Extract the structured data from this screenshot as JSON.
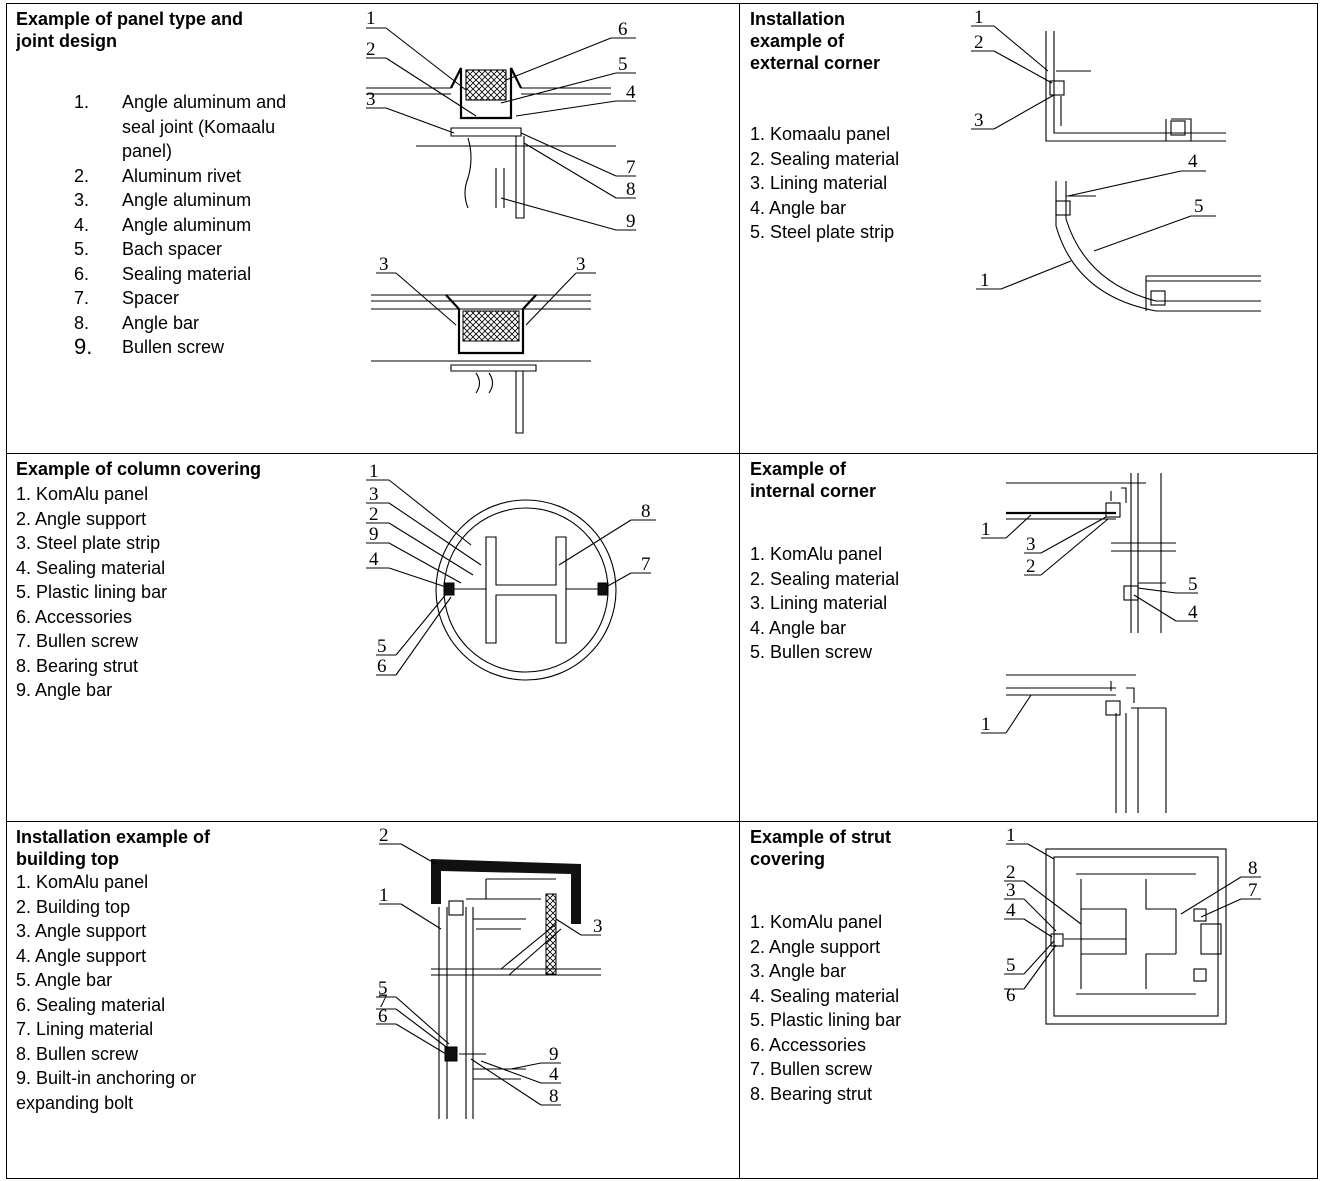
{
  "panels": [
    {
      "title": "Example of panel type and\njoint design",
      "items": [
        {
          "n": "1.",
          "t": "Angle aluminum and seal joint (Komaalu panel)"
        },
        {
          "n": "2.",
          "t": "Aluminum rivet"
        },
        {
          "n": "3.",
          "t": "Angle aluminum"
        },
        {
          "n": "4.",
          "t": "Angle aluminum"
        },
        {
          "n": "5.",
          "t": "Bach spacer"
        },
        {
          "n": "6.",
          "t": "Sealing material"
        },
        {
          "n": "7.",
          "t": "Spacer"
        },
        {
          "n": "8.",
          "t": "Angle bar"
        },
        {
          "n": "9.",
          "t": "Bullen screw"
        }
      ]
    },
    {
      "title": "Installation\nexample of\nexternal corner",
      "items": [
        "1. Komaalu panel",
        "2. Sealing material",
        "3. Lining material",
        "4. Angle bar",
        "5. Steel plate strip"
      ]
    },
    {
      "title": "Example of column covering",
      "items": [
        "1. KomAlu panel",
        "2. Angle support",
        "3. Steel plate strip",
        "4. Sealing material",
        "5. Plastic lining bar",
        "6. Accessories",
        "7. Bullen screw",
        "8. Bearing strut",
        "9. Angle bar"
      ]
    },
    {
      "title": "Example of\ninternal corner",
      "items": [
        "1. KomAlu panel",
        "2. Sealing material",
        "3. Lining material",
        "4. Angle bar",
        "5. Bullen screw"
      ]
    },
    {
      "title": "Installation example of\nbuilding top",
      "items": [
        "1. KomAlu panel",
        "2. Building top",
        "3. Angle support",
        "4. Angle support",
        "5. Angle bar",
        "6. Sealing material",
        "7. Lining material",
        "8. Bullen screw",
        "9. Built-in anchoring or expanding bolt"
      ]
    },
    {
      "title": "Example of strut\ncovering",
      "items": [
        "1. KomAlu panel",
        "2. Angle support",
        "3. Angle bar",
        "4. Sealing material",
        "5. Plastic lining bar",
        "6. Accessories",
        "7. Bullen screw",
        "8. Bearing strut"
      ]
    }
  ],
  "callouts": {
    "joint_top": [
      "1",
      "2",
      "3",
      "6",
      "5",
      "4",
      "7",
      "8",
      "9"
    ],
    "joint_bottom": [
      "3",
      "3"
    ],
    "external_corner": [
      "1",
      "2",
      "3",
      "4",
      "5",
      "1"
    ],
    "column": [
      "1",
      "3",
      "2",
      "9",
      "4",
      "5",
      "6",
      "8",
      "7"
    ],
    "internal_corner": [
      "1",
      "3",
      "2",
      "5",
      "4",
      "1"
    ],
    "building_top": [
      "2",
      "1",
      "3",
      "5",
      "7",
      "6",
      "9",
      "4",
      "8"
    ],
    "strut": [
      "1",
      "2",
      "3",
      "4",
      "5",
      "6",
      "8",
      "7"
    ]
  }
}
